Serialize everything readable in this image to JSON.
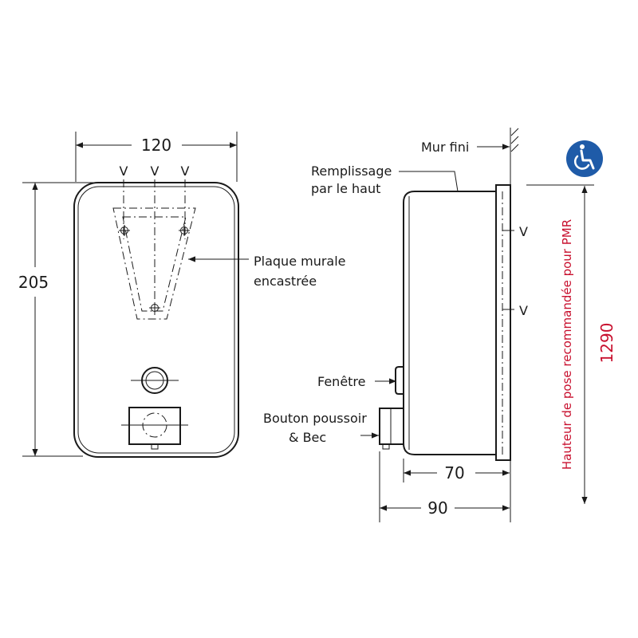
{
  "front_view": {
    "width_label": "120",
    "height_label": "205",
    "v_marks": [
      "V",
      "V",
      "V"
    ],
    "plate_label_line1": "Plaque murale",
    "plate_label_line2": "encastrée"
  },
  "side_view": {
    "wall_label": "Mur fini",
    "fill_label_line1": "Remplissage",
    "fill_label_line2": "par le haut",
    "v_marks": [
      "V",
      "V"
    ],
    "window_label": "Fenêtre",
    "button_label_line1": "Bouton poussoir",
    "button_label_line2": "& Bec",
    "depth_body_label": "70",
    "depth_total_label": "90"
  },
  "pmr": {
    "icon": "wheelchair-accessibility-icon",
    "badge_color": "#1f5ba8",
    "text_color": "#c8102e",
    "height_label": "1290",
    "caption": "Hauteur de pose recommandée pour PMR"
  }
}
